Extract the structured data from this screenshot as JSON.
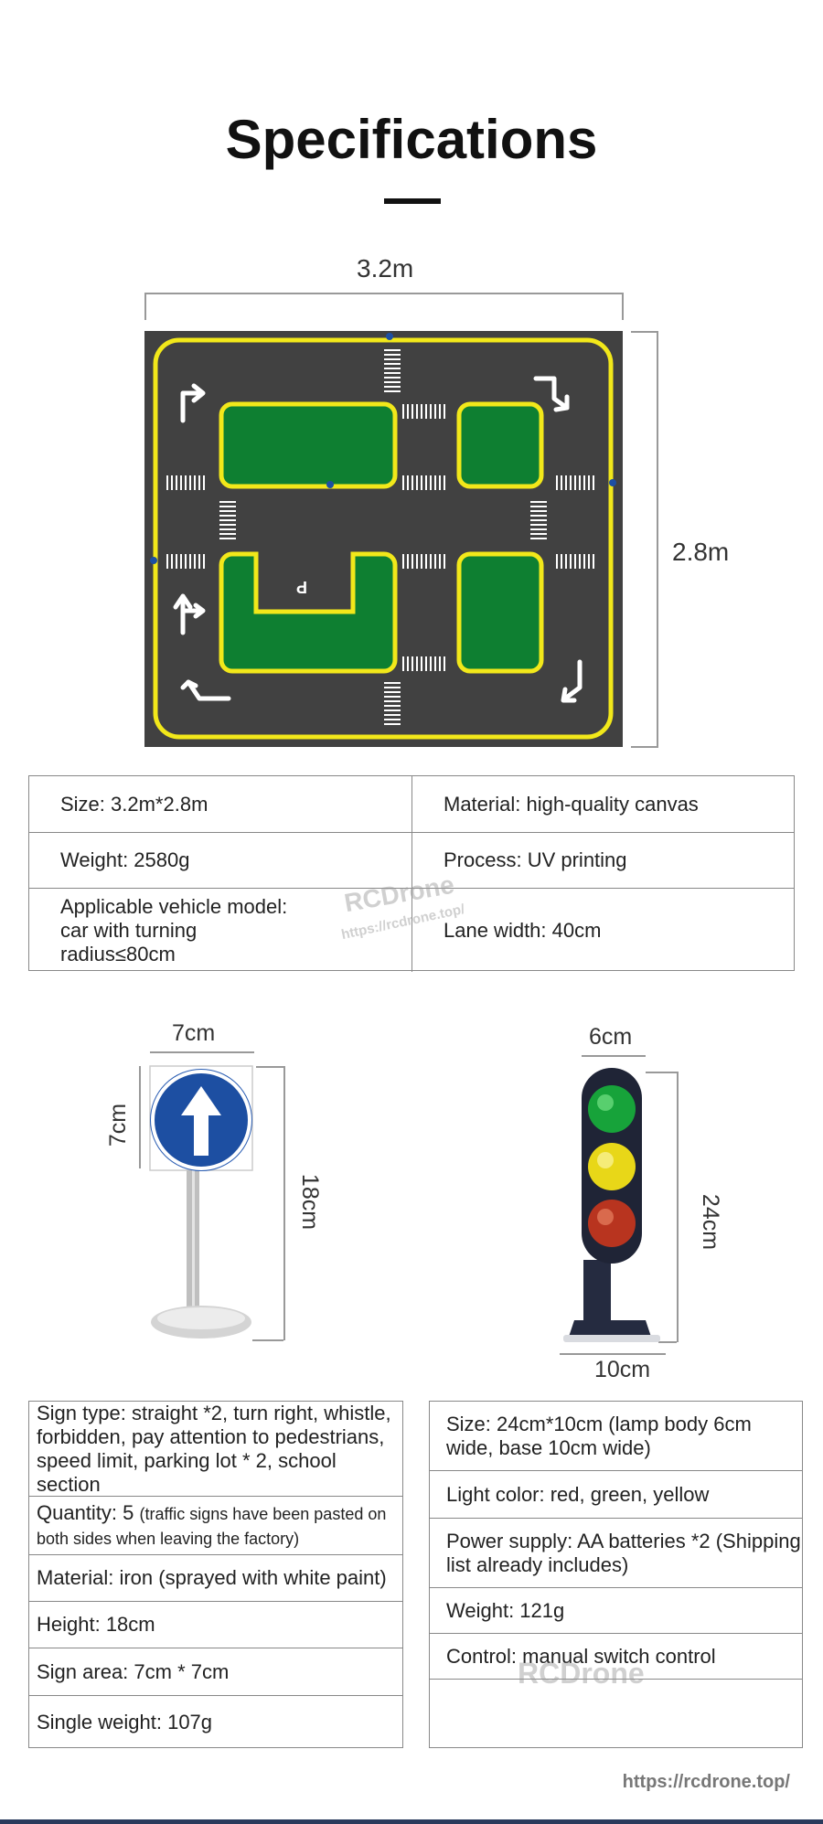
{
  "header": {
    "title": "Specifications"
  },
  "mat_diagram": {
    "width_label": "3.2m",
    "height_label": "2.8m",
    "colors": {
      "road": "#414141",
      "green": "#0e7f31",
      "yellow": "#f2e81a",
      "marking": "#ffffff"
    },
    "parking_letter": "P"
  },
  "mat_specs": {
    "rows": [
      {
        "left": "Size: 3.2m*2.8m",
        "right": "Material: high-quality canvas"
      },
      {
        "left": "Weight: 2580g",
        "right": "Process: UV printing"
      },
      {
        "left": "Applicable vehicle model: car with turning radius≤80cm",
        "right": "Lane width: 40cm"
      }
    ]
  },
  "watermark": {
    "brand": "RCDrone",
    "url": "https://rcdrone.top/"
  },
  "sign_diagram": {
    "width_label": "7cm",
    "side_label": "7cm",
    "height_label": "18cm",
    "colors": {
      "sign": "#1d4fa2",
      "pole": "#bfbfbf"
    }
  },
  "light_diagram": {
    "top_label": "6cm",
    "height_label": "24cm",
    "base_label": "10cm",
    "colors": {
      "body": "#1f2436",
      "green": "#17a33a",
      "yellow": "#e8d718",
      "red": "#b8341f"
    }
  },
  "sign_specs": {
    "items": [
      {
        "text": "Sign type: straight *2, turn right, whistle, forbidden, pay attention to pedestrians, speed limit, parking lot * 2, school section"
      },
      {
        "text": "Quantity: 5 ",
        "note": "(traffic signs have been pasted on both sides when leaving the factory)"
      },
      {
        "text": "Material: iron (sprayed with white paint)"
      },
      {
        "text": "Height: 18cm"
      },
      {
        "text": "Sign area: 7cm * 7cm"
      },
      {
        "text": "Single weight: 107g"
      }
    ]
  },
  "light_specs": {
    "items": [
      {
        "text": "Size: 24cm*10cm (lamp body 6cm wide, base 10cm wide)"
      },
      {
        "text": "Light color: red, green, yellow"
      },
      {
        "text": "Power supply: AA batteries *2 (Shipping list already includes)"
      },
      {
        "text": "Weight: 121g"
      },
      {
        "text": "Control: manual switch control"
      },
      {
        "text": ""
      }
    ]
  },
  "footer": {
    "url": "https://rcdrone.top/"
  }
}
